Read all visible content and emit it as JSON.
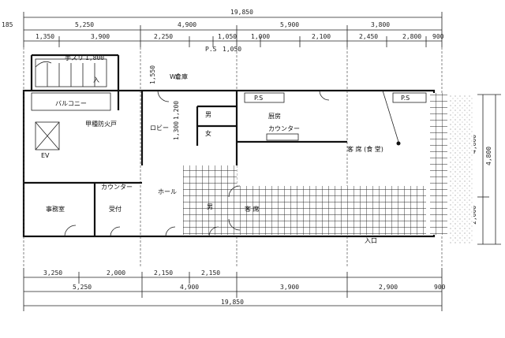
{
  "dimensions": {
    "top_total": "19,850",
    "bottom_total": "19,850",
    "top_row": [
      "5,250",
      "4,900",
      "5,900",
      "3,800"
    ],
    "top_sub": [
      "1,350",
      "3,900",
      "2,250",
      "1,050",
      "1,000",
      "2,100",
      "2,450",
      "2,800",
      "900"
    ],
    "bottom_row": [
      "5,250",
      "4,900",
      "3,900",
      "2,900",
      "900"
    ],
    "bottom_sub": [
      "3,250",
      "2,000",
      "2,150",
      "2,150"
    ],
    "left_small": "185",
    "stair_dim": "1,800",
    "wc_dim_1": "1,550",
    "wc_dim_2": "1,200",
    "wc_dim_3": "1,300",
    "right_v1": "4,800",
    "right_v2": "4,800",
    "right_v3": "2,000",
    "ps_dim_1": "P.S",
    "ps_dim_2": "1,050"
  },
  "labels": {
    "stair": "手スリ",
    "balcony": "バルコニー",
    "fire_door": "甲種防火戸",
    "lobby": "ロビー",
    "hall": "ホール",
    "office": "事務室",
    "reception": "受付",
    "counter_left": "カウンター",
    "counter_right": "カウンター",
    "kitchen": "厨房",
    "dining": "客 席 (食 堂)",
    "ps_left": "P.S",
    "ps_right": "P.S",
    "wc_m": "男",
    "wc_f": "女",
    "wc_mark": "WC",
    "ev": "EV",
    "storage": "倉庫",
    "shop": "客 席",
    "men": "男",
    "entry_left": "入",
    "entry_right": "入口"
  }
}
